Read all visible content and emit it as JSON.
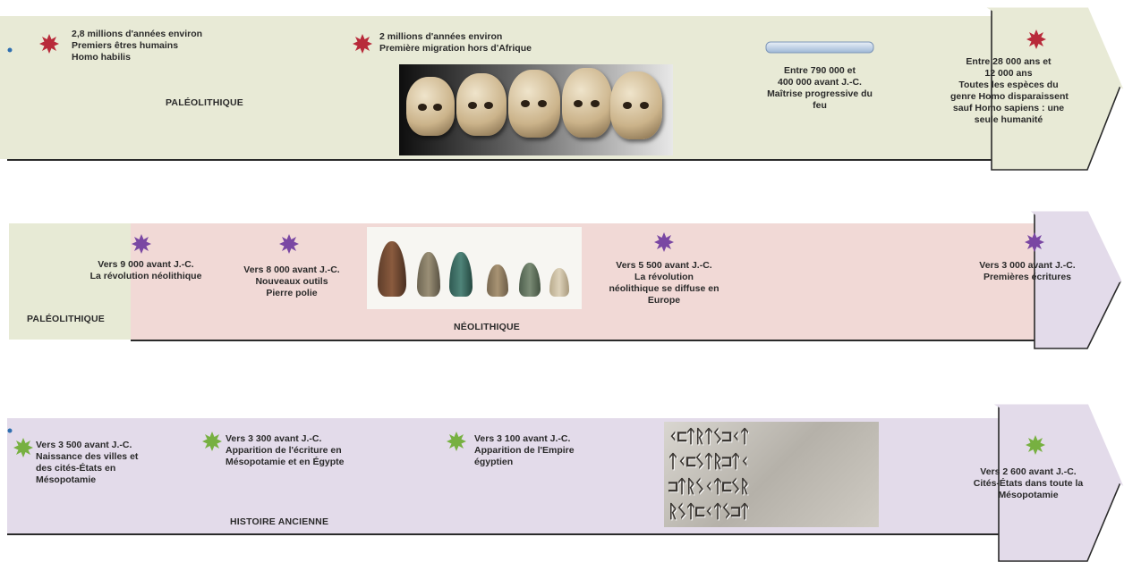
{
  "colors": {
    "band1": "#e8ead6",
    "band2_left": "#e7ead5",
    "band2_main": "#f1d9d6",
    "band3": "#e3dbea",
    "arrow_tip": "#e3dbea",
    "star_red": "#b82a3a",
    "star_purple": "#7a47a3",
    "star_green": "#77b041"
  },
  "band1": {
    "period_label": "PALÉOLITHIQUE",
    "events": [
      {
        "icon": "star-red-icon",
        "lines": [
          "2,8 millions d'années environ",
          "Premiers êtres humains",
          "Homo habilis"
        ]
      },
      {
        "icon": "star-red-icon",
        "lines": [
          "2 millions d'années environ",
          "Première migration hors d'Afrique"
        ]
      },
      {
        "icon": "fire-bar-icon",
        "lines": [
          "Entre 790 000 et",
          "400 000 avant J.-C.",
          "Maîtrise progressive du",
          "feu"
        ]
      },
      {
        "icon": "star-red-icon",
        "lines": [
          "Entre  28 000 ans et",
          "12 000 ans",
          "Toutes les espèces du",
          "genre Homo disparaissent",
          "sauf Homo sapiens : une",
          "seule humanité"
        ]
      }
    ]
  },
  "band2": {
    "left_label": "PALÉOLITHIQUE",
    "period_label": "NÉOLITHIQUE",
    "events": [
      {
        "icon": "star-purple-icon",
        "lines": [
          "Vers 9 000 avant J.-C.",
          "La révolution néolithique"
        ]
      },
      {
        "icon": "star-purple-icon",
        "lines": [
          "Vers 8 000 avant J.-C.",
          "Nouveaux outils",
          "Pierre polie"
        ]
      },
      {
        "icon": "star-purple-icon",
        "lines": [
          "Vers 5 500 avant J.-C.",
          "La révolution",
          "néolithique se diffuse en",
          "Europe"
        ]
      },
      {
        "icon": "star-purple-icon",
        "lines": [
          "Vers 3 000 avant J.-C.",
          "Premières écritures"
        ]
      }
    ]
  },
  "band3": {
    "period_label": "HISTOIRE ANCIENNE",
    "events": [
      {
        "icon": "star-green-icon",
        "lines": [
          "Vers 3 500 avant J.-C.",
          "Naissance des villes et",
          "des cités-États en",
          "Mésopotamie"
        ]
      },
      {
        "icon": "star-green-icon",
        "lines": [
          "Vers 3 300 avant J.-C.",
          "Apparition de l'écriture en",
          "Mésopotamie et en Égypte"
        ]
      },
      {
        "icon": "star-green-icon",
        "lines": [
          "Vers 3 100 avant J.-C.",
          "Apparition de l'Empire",
          "égyptien"
        ]
      },
      {
        "icon": "star-green-icon",
        "lines": [
          "Vers  2 600 avant J.-C.",
          "Cités-États dans toute la",
          "Mésopotamie"
        ]
      }
    ]
  }
}
